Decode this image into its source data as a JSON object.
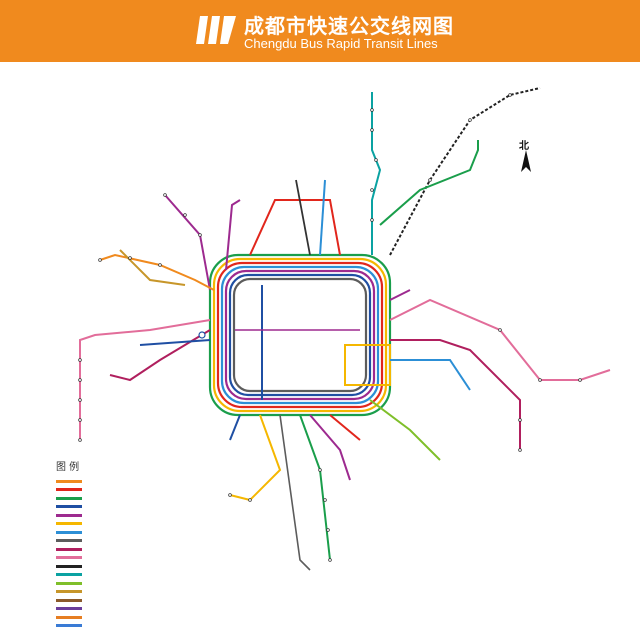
{
  "header": {
    "title_zh": "成都市快速公交线网图",
    "title_en": "Chengdu Bus Rapid Transit Lines",
    "background_color": "#f08a1e"
  },
  "compass": {
    "label": "北",
    "icon": "north-arrow-icon"
  },
  "legend": {
    "title": "图 例",
    "items": [
      {
        "color": "#f08a1e"
      },
      {
        "color": "#e1261c"
      },
      {
        "color": "#1a9e4b"
      },
      {
        "color": "#1f4fa3"
      },
      {
        "color": "#9d2a8f"
      },
      {
        "color": "#f5b700"
      },
      {
        "color": "#2c8fd6"
      },
      {
        "color": "#5c5c5c"
      },
      {
        "color": "#b01f5e"
      },
      {
        "color": "#e26d9a"
      },
      {
        "color": "#222222"
      },
      {
        "color": "#0aa2a2"
      },
      {
        "color": "#7fbf2a"
      },
      {
        "color": "#c7962a"
      },
      {
        "color": "#8b5a2b"
      },
      {
        "color": "#6a3d9a"
      },
      {
        "color": "#e67e22"
      },
      {
        "color": "#3a7bd5"
      }
    ]
  },
  "colors": {
    "loop_lines": [
      "#1a9e4b",
      "#f5b700",
      "#e1261c",
      "#2c8fd6",
      "#9d2a8f",
      "#1f4fa3",
      "#5c5c5c"
    ]
  }
}
